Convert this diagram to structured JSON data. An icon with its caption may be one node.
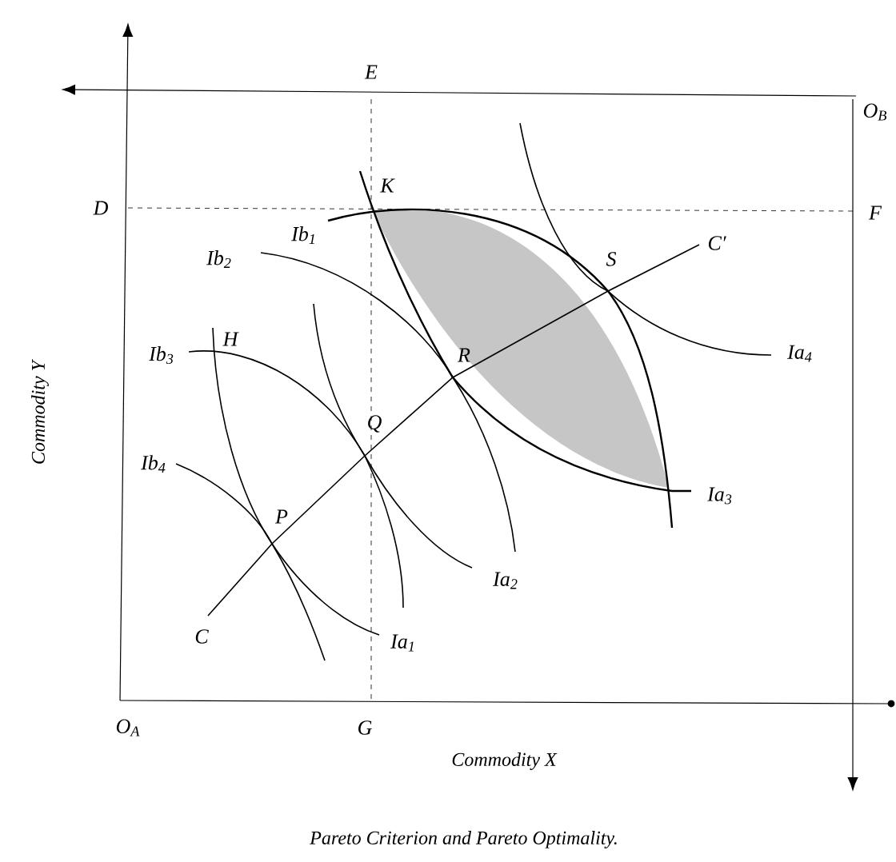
{
  "diagram": {
    "caption": "Pareto Criterion and Pareto Optimality.",
    "labels": [
      "E",
      "O$_{B}$",
      "D",
      "F",
      "K",
      "Ib$_{1}$",
      "Ib$_{2}$",
      "S",
      "C′",
      "Ib$_{3}$",
      "H",
      "R",
      "Ia$_{4}$",
      "Q",
      "Ib$_{4}$",
      "Ia$_{3}$",
      "P",
      "Ia$_{2}$",
      "C",
      "Ia$_{1}$",
      "O$_{A}$",
      "G",
      "Commodity Y",
      "Commodity X"
    ]
  }
}
